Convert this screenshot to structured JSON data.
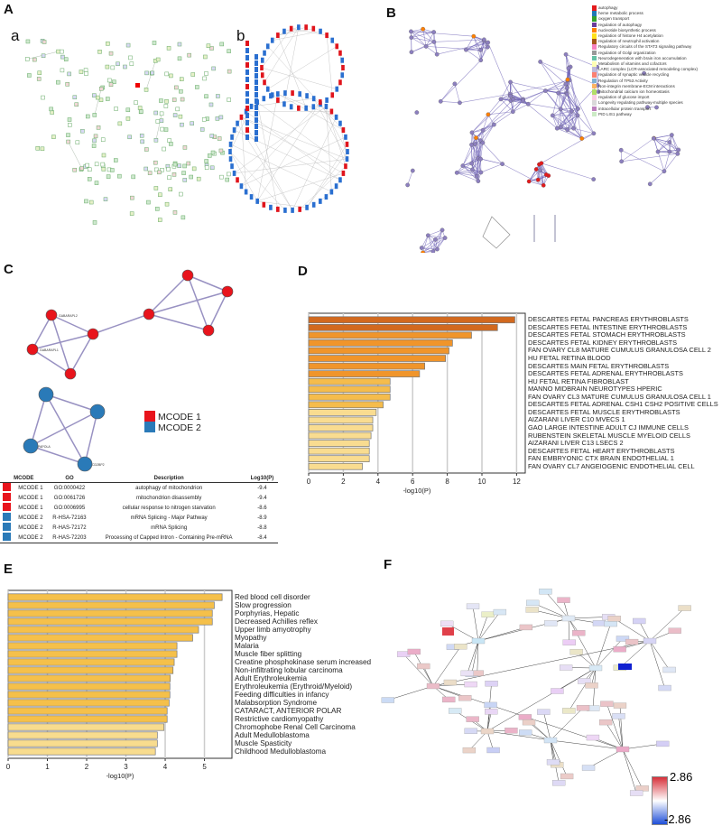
{
  "panels": {
    "A": "A",
    "a": "a",
    "b": "b",
    "B": "B",
    "C": "C",
    "D": "D",
    "E": "E",
    "F": "F"
  },
  "legend_B": [
    {
      "label": "autophagy",
      "color": "#e41a1c"
    },
    {
      "label": "heme metabolic process",
      "color": "#1f78b4"
    },
    {
      "label": "oxygen transport",
      "color": "#33a02c"
    },
    {
      "label": "regulation of autophagy",
      "color": "#6a3d9a"
    },
    {
      "label": "nucleotide biosynthetic process",
      "color": "#ff7f00"
    },
    {
      "label": "regulation of histone H4 acetylation",
      "color": "#ffe119"
    },
    {
      "label": "regulation of neutrophil activation",
      "color": "#a6561a"
    },
    {
      "label": "Regulatory circuits of the STAT3 signaling pathway",
      "color": "#f781bf"
    },
    {
      "label": "regulation of Golgi organization",
      "color": "#999999"
    },
    {
      "label": "Neurodegeneration with brain iron accumulation",
      "color": "#66c2a5"
    },
    {
      "label": "Metabolism of vitamins and cofactors",
      "color": "#ffffb3"
    },
    {
      "label": "LARC complex (LCR-associated remodeling complex)",
      "color": "#bebada"
    },
    {
      "label": "regulation of synaptic vesicle recycling",
      "color": "#fb8072"
    },
    {
      "label": "Regulation of TP53 Activity",
      "color": "#80b1d3"
    },
    {
      "label": "Non-integrin membrane-ECM interactions",
      "color": "#fdb462"
    },
    {
      "label": "mitochondrial calcium ion homeostasis",
      "color": "#b3de69"
    },
    {
      "label": "regulation of glucose import",
      "color": "#fccde5"
    },
    {
      "label": "Longevity regulating pathway-multiple species",
      "color": "#d9d9d9"
    },
    {
      "label": "intracellular protein transport",
      "color": "#bc80bd"
    },
    {
      "label": "PID LIS1 pathway",
      "color": "#ccebc5"
    }
  ],
  "panel_C": {
    "legend": [
      {
        "label": "MCODE 1",
        "color": "#e8141c"
      },
      {
        "label": "MCODE 2",
        "color": "#2a7ab8"
      }
    ],
    "node_labels": [
      "GABARAPL2",
      "GABARAPL1",
      "PAPOLA",
      "CD2BP2"
    ],
    "table": {
      "headers": [
        "MCODE",
        "GO",
        "Description",
        "Log10(P)"
      ],
      "rows": [
        {
          "color": "#e8141c",
          "mcode": "MCODE 1",
          "go": "GO:0000422",
          "desc": "autophagy of mitochondrion",
          "logp": "-9.4"
        },
        {
          "color": "#e8141c",
          "mcode": "MCODE 1",
          "go": "GO:0061726",
          "desc": "mitochondrion disassembly",
          "logp": "-9.4"
        },
        {
          "color": "#e8141c",
          "mcode": "MCODE 1",
          "go": "GO:0006995",
          "desc": "cellular response to nitrogen starvation",
          "logp": "-8.6"
        },
        {
          "color": "#2a7ab8",
          "mcode": "MCODE 2",
          "go": "R-HSA-72163",
          "desc": "mRNA Splicing - Major Pathway",
          "logp": "-8.9"
        },
        {
          "color": "#2a7ab8",
          "mcode": "MCODE 2",
          "go": "R-HAS-72172",
          "desc": "mRNA Splicing",
          "logp": "-8.8"
        },
        {
          "color": "#2a7ab8",
          "mcode": "MCODE 2",
          "go": "R-HAS-72203",
          "desc": "Processing of Capped Intron - Containing Pre-mRNA",
          "logp": "-8.4"
        }
      ]
    }
  },
  "panel_F": {
    "colorbar_max": "2.86",
    "colorbar_min": "-2.86",
    "colors": {
      "high": "#d7303a",
      "mid": "#ffffff",
      "low": "#1f4fd8"
    }
  },
  "chart_data": [
    {
      "type": "bar",
      "orientation": "horizontal",
      "panel": "D",
      "xlabel": "-log10(P)",
      "xlim": [
        0,
        12.5
      ],
      "xticks": [
        "0",
        "2",
        "4",
        "6",
        "8",
        "10",
        "12"
      ],
      "grid": true,
      "categories": [
        "DESCARTES FETAL PANCREAS ERYTHROBLASTS",
        "DESCARTES FETAL INTESTINE ERYTHROBLASTS",
        "DESCARTES FETAL STOMACH ERYTHROBLASTS",
        "DESCARTES FETAL KIDNEY ERYTHROBLASTS",
        "FAN OVARY CL8 MATURE CUMULUS GRANULOSA CELL 2",
        "HU FETAL RETINA BLOOD",
        "DESCARTES MAIN FETAL ERYTHROBLASTS",
        "DESCARTES FETAL ADRENAL ERYTHROBLASTS",
        "HU FETAL RETINA FIBROBLAST",
        "MANNO MIDBRAIN NEUROTYPES HPERIC",
        "FAN OVARY CL3 MATURE CUMULUS GRANULOSA CELL 1",
        "DESCARTES FETAL ADRENAL CSH1 CSH2 POSITIVE CELLS",
        "DESCARTES FETAL MUSCLE ERYTHROBLASTS",
        "AIZARANI LIVER C10 MVECS 1",
        "GAO LARGE INTESTINE ADULT CJ IMMUNE CELLS",
        "RUBENSTEIN SKELETAL MUSCLE MYELOID CELLS",
        "AIZARANI LIVER C13 LSECS 2",
        "DESCARTES FETAL HEART ERYTHROBLASTS",
        "FAN EMBRYONIC CTX BRAIN ENDOTHELIAL 1",
        "FAN OVARY CL7 ANGEIOGENIC ENDOTHELIAL CELL"
      ],
      "values": [
        11.9,
        10.9,
        9.4,
        8.3,
        8.1,
        7.9,
        6.7,
        6.4,
        4.7,
        4.7,
        4.7,
        4.3,
        3.9,
        3.7,
        3.7,
        3.6,
        3.5,
        3.5,
        3.5,
        3.1
      ],
      "colors": [
        "#d2691e",
        "#d2691e",
        "#f0952b",
        "#f0952b",
        "#f0952b",
        "#f0952b",
        "#f0952b",
        "#f0952b",
        "#f5bc4c",
        "#f5bc4c",
        "#f5bc4c",
        "#f5bc4c",
        "#f9dc90",
        "#f9dc90",
        "#f9dc90",
        "#f9dc90",
        "#f9dc90",
        "#f9dc90",
        "#f9dc90",
        "#f9dc90"
      ]
    },
    {
      "type": "bar",
      "orientation": "horizontal",
      "panel": "E",
      "xlabel": "-log10(P)",
      "xlim": [
        0,
        5.7
      ],
      "xticks": [
        "0",
        "1",
        "2",
        "3",
        "4",
        "5"
      ],
      "grid": true,
      "categories": [
        "Red blood cell disorder",
        "Slow progression",
        "Porphyrias, Hepatic",
        "Decreased Achilles reflex",
        "Upper limb amyotrophy",
        "Myopathy",
        "Malaria",
        "Muscle fiber splitting",
        "Creatine phosphokinase serum increased",
        "Non-infiltrating lobular carcinoma",
        "Adult Erythroleukemia",
        "Erythroleukemia (Erythroid/Myeloid)",
        "Feeding difficulties in infancy",
        "Malabsorption Syndrome",
        "CATARACT, ANTERIOR POLAR",
        "Restrictive cardiomyopathy",
        "Chromophobe Renal Cell Carcinoma",
        "Adult Medulloblastoma",
        "Muscle Spasticity",
        "Childhood Medulloblastoma"
      ],
      "values": [
        5.45,
        5.25,
        5.2,
        5.2,
        4.85,
        4.7,
        4.3,
        4.3,
        4.23,
        4.2,
        4.13,
        4.12,
        4.12,
        4.1,
        4.05,
        4.05,
        3.97,
        3.8,
        3.8,
        3.75
      ],
      "colors": [
        "#f5c04a",
        "#f5c04a",
        "#f5c04a",
        "#f5c04a",
        "#f5c04a",
        "#f5c04a",
        "#f5c04a",
        "#f5c04a",
        "#f5c04a",
        "#f5c04a",
        "#f5c04a",
        "#f5c04a",
        "#f5c04a",
        "#f5c04a",
        "#f5c04a",
        "#f5c04a",
        "#f8dc8e",
        "#f8dc8e",
        "#f8dc8e",
        "#f8dc8e"
      ]
    }
  ]
}
